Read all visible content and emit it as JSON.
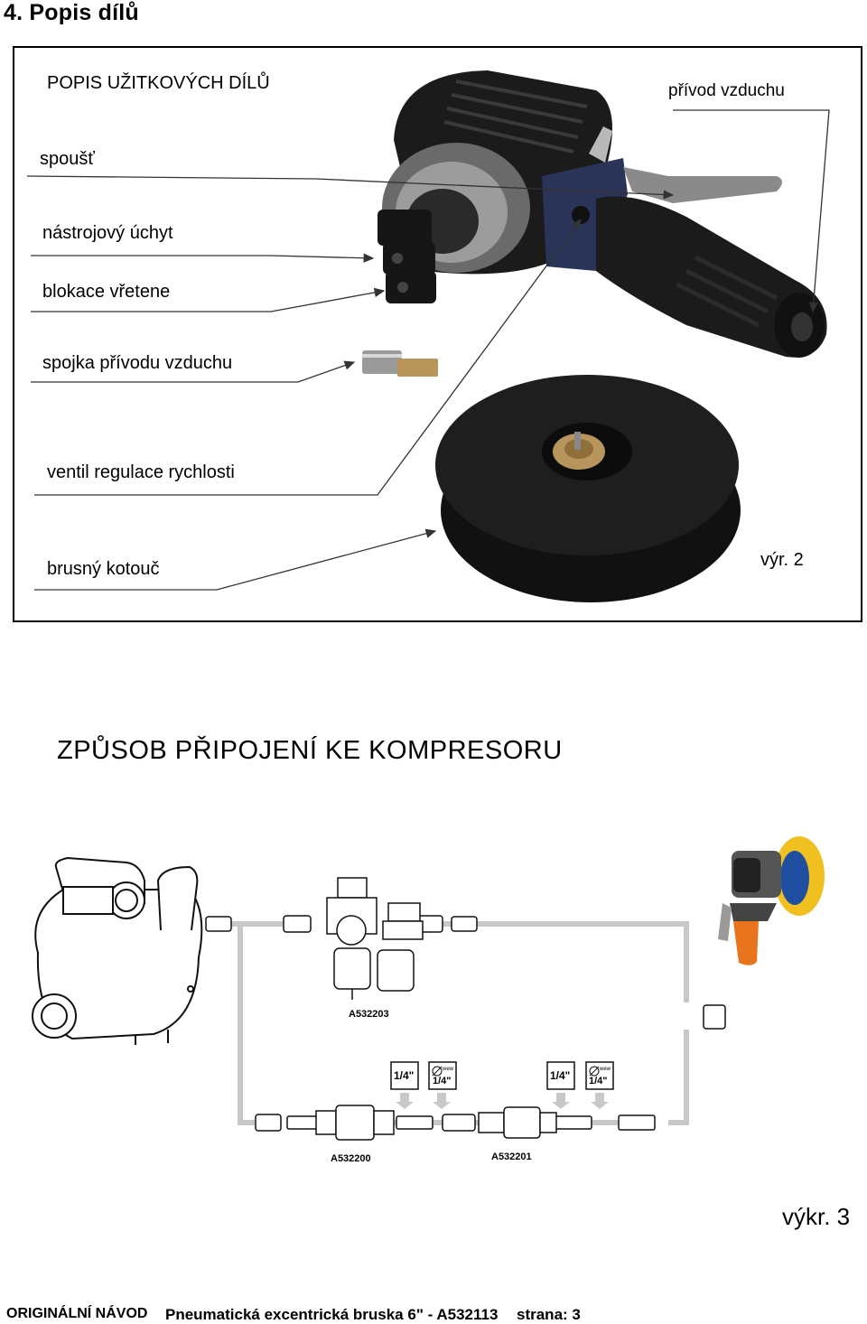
{
  "heading": "4. Popis dílů",
  "parts_panel": {
    "title": "POPIS UŽITKOVÝCH DÍLŮ",
    "labels": {
      "air_inlet": "přívod vzduchu",
      "trigger": "spoušť",
      "tool_holder": "nástrojový úchyt",
      "spindle_lock": "blokace vřetene",
      "air_coupling": "spojka přívodu vzduchu",
      "speed_valve": "ventil regulace rychlosti",
      "sanding_pad": "brusný kotouč"
    },
    "figure_label": "výr. 2"
  },
  "connection": {
    "title": "ZPŮSOB PŘIPOJENÍ KE KOMPRESORU",
    "parts": {
      "regulator": "A532203",
      "oiler": "A532200",
      "coupler": "A532201"
    },
    "size_tags": [
      "1/4\"",
      "1/4\"",
      "1/4\"",
      "1/4\""
    ],
    "size_tag_prefix": "wew",
    "figure_label": "výkr. 3"
  },
  "footer": {
    "left": "ORIGINÁLNÍ NÁVOD",
    "center": "Pneumatická excentrická bruska 6\" - A532113",
    "right": "strana: 3"
  },
  "colors": {
    "tool_body": "#1a1a1a",
    "tool_bracket": "#2a3358",
    "brass": "#b8955a",
    "pipe": "#c8c8c8",
    "polisher_orange": "#e8741e",
    "polisher_pad": "#f0c020"
  }
}
